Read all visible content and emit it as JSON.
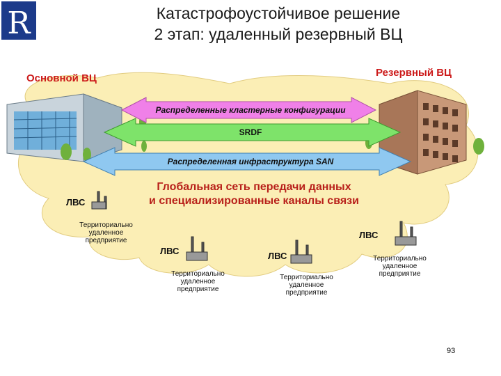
{
  "slide": {
    "title_line1": "Катастрофоустойчивое решение",
    "title_line2": "2 этап: удаленный резервный ВЦ",
    "page_number": "93"
  },
  "sites": {
    "primary": "Основной ВЦ",
    "backup": "Резервный ВЦ"
  },
  "links": [
    {
      "label": "Распределенные кластерные конфигурации",
      "color": "#f080e8"
    },
    {
      "label": "SRDF",
      "color": "#7ee36a"
    },
    {
      "label": "Распределенная инфраструктура SAN",
      "color": "#8fc8f0"
    }
  ],
  "network": {
    "title_line1": "Глобальная сеть передачи данных",
    "title_line2": "и специализированные каналы связи",
    "cloud_color": "#fbeeb5"
  },
  "branches": [
    {
      "lan": "ЛВС",
      "l1": "Территориально",
      "l2": "удаленное",
      "l3": "предприятие"
    },
    {
      "lan": "ЛВС",
      "l1": "Территориально",
      "l2": "удаленное",
      "l3": "предприятие"
    },
    {
      "lan": "ЛВС",
      "l1": "Территориально",
      "l2": "удаленное",
      "l3": "предприятие"
    },
    {
      "lan": "ЛВС",
      "l1": "Территориально",
      "l2": "удаленное",
      "l3": "предприятие"
    }
  ]
}
